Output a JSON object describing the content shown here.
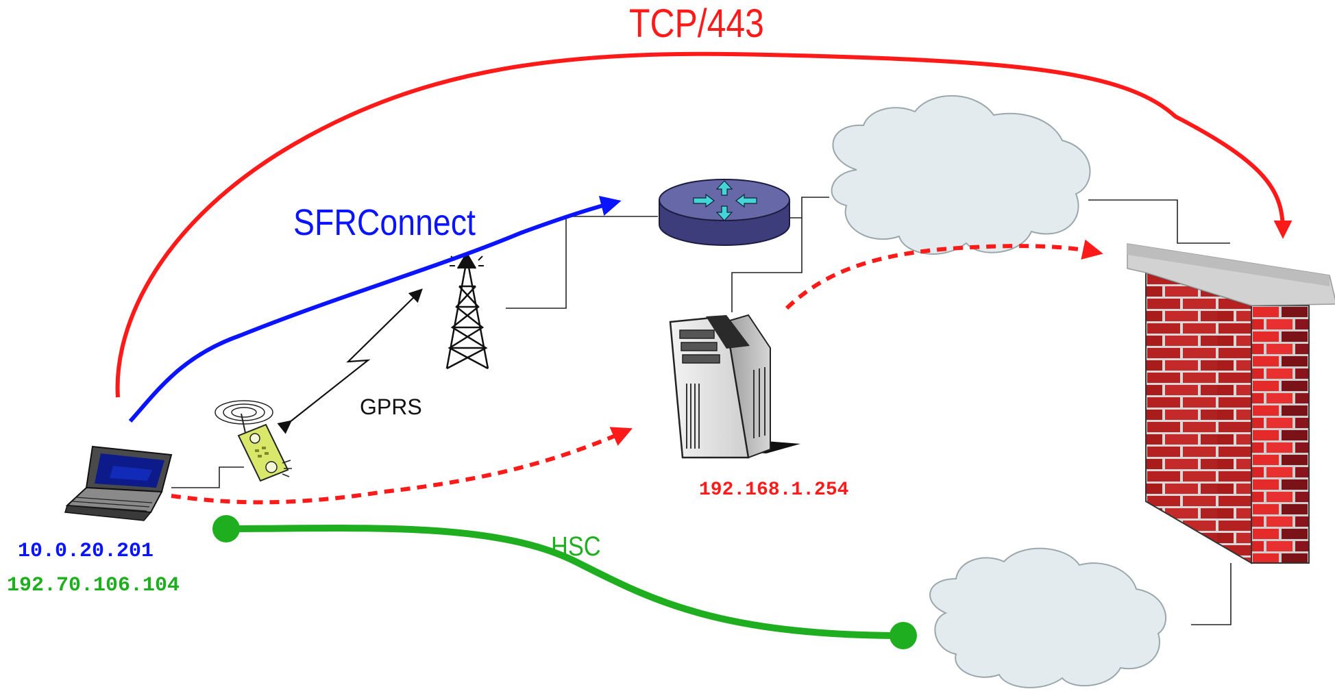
{
  "colors": {
    "red": "#ff1a1a",
    "blue": "#0a14ff",
    "green": "#1fae1f",
    "black": "#111111",
    "cloud_fill": "#e3ebee",
    "cloud_stroke": "#9aa7ab",
    "router_fill": "#5d5ea0",
    "brick": "#b52020",
    "brick_dark": "#6f0d12"
  },
  "labels": {
    "tcp443": "TCP/443",
    "sfrconnect": "SFRConnect",
    "gprs": "GPRS",
    "hsc": "HSC",
    "server_ip": "192.168.1.254",
    "laptop_ip_1": "10.0.20.201",
    "laptop_ip_2": "192.70.106.104"
  },
  "icons": [
    "laptop-icon",
    "mobile-phone-icon",
    "radio-tower-icon",
    "router-icon",
    "server-icon",
    "cloud-icon",
    "firewall-icon"
  ]
}
